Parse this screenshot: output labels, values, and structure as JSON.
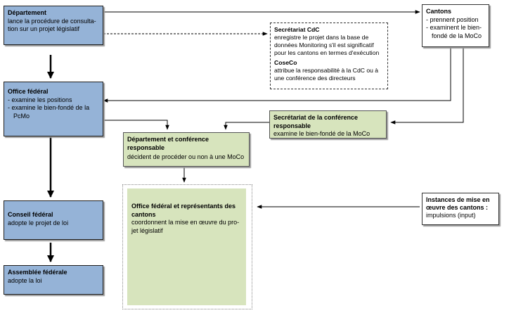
{
  "departement": {
    "title": "Département",
    "lines": [
      "lance la procédure de consulta-",
      "tion sur un projet législatif"
    ]
  },
  "cantons": {
    "title": "Cantons",
    "items": [
      "- prennent position",
      "- examinent le bien-",
      "fondé de la MoCo"
    ]
  },
  "secretariat_cdc": {
    "title": "Secrétariat CdC",
    "lines": [
      "enregistre le projet dans la base de",
      "données Monitoring s'il est significatif",
      "pour les cantons en termes d'exécution"
    ],
    "coseco_title": "CoseCo",
    "coseco_lines": [
      "attribue la responsabilité à la CdC ou à",
      "une conférence des directeurs"
    ]
  },
  "office_federal": {
    "title": "Office fédéral",
    "items": [
      "- examine les positions",
      "- examine le bien-fondé de la",
      "PcMo"
    ]
  },
  "secretariat_conference": {
    "title_lines": [
      "Secrétariat de la conférence",
      "responsable"
    ],
    "line": "examine le bien-fondé de la MoCo"
  },
  "departement_conference": {
    "title_lines": [
      "Département et conférence",
      "responsable"
    ],
    "line": "décident de procéder ou non à une MoCo"
  },
  "office_representants": {
    "title_lines": [
      "Office fédéral et représentants des",
      "cantons"
    ],
    "lines": [
      "coordonnent la mise en œuvre du pro-",
      "jet législatif"
    ]
  },
  "instances": {
    "title_lines": [
      "Instances de mise en",
      "œuvre des cantons :"
    ],
    "line": "impulsions (input)"
  },
  "conseil_federal": {
    "title": "Conseil fédéral",
    "line": "adopte le projet de loi"
  },
  "assemblee_federale": {
    "title": "Assemblée fédérale",
    "line": "adopte la loi"
  }
}
